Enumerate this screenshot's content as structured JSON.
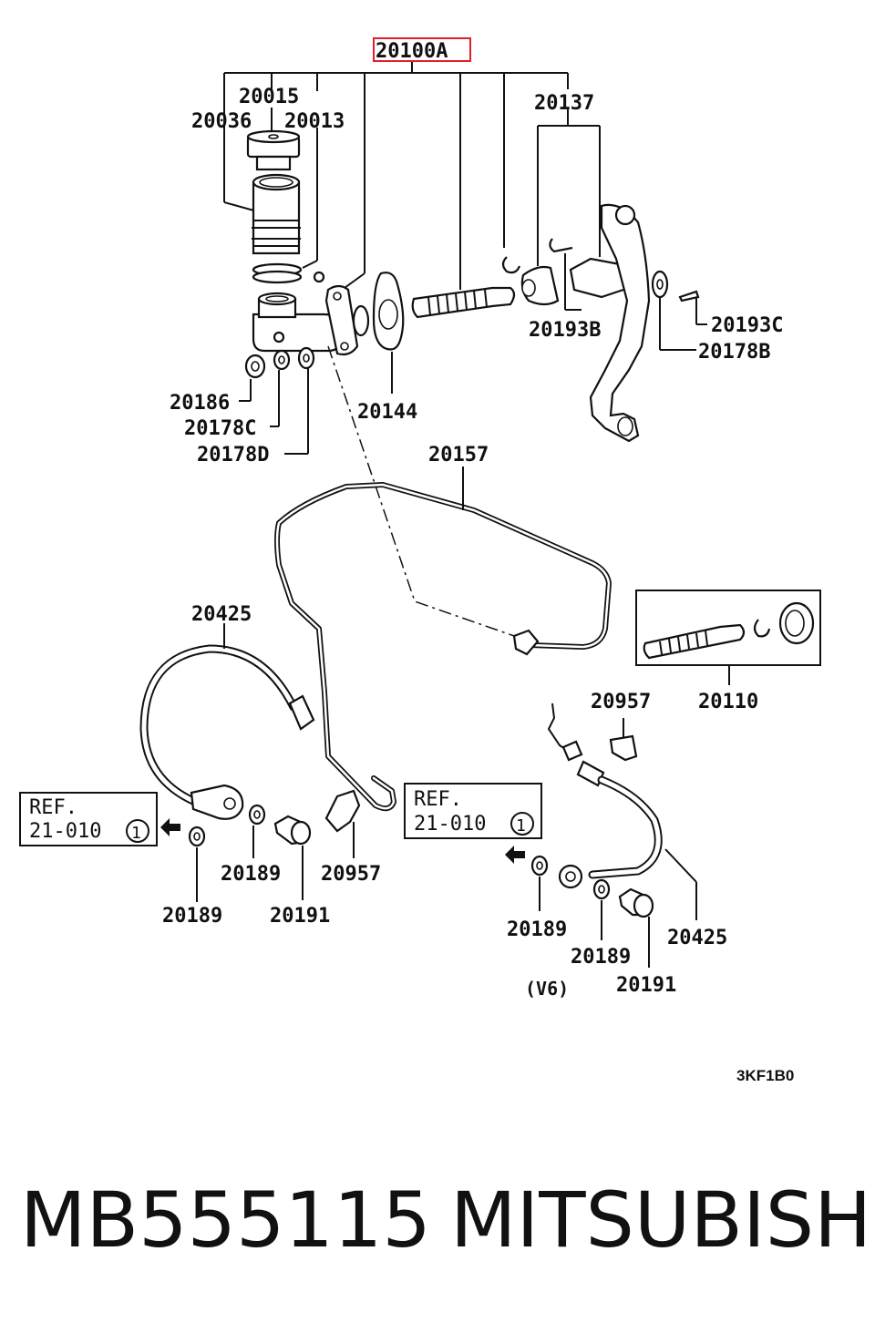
{
  "diagram": {
    "highlighted_part": "20100A",
    "part_labels": {
      "p20015": "20015",
      "p20036": "20036",
      "p20013": "20013",
      "p20137": "20137",
      "p20193B": "20193B",
      "p20193C": "20193C",
      "p20178B": "20178B",
      "p20186": "20186",
      "p20178C": "20178C",
      "p20178D": "20178D",
      "p20144": "20144",
      "p20157": "20157",
      "p20425_left": "20425",
      "p20957_right": "20957",
      "p20110": "20110",
      "p20189_a": "20189",
      "p20189_b": "20189",
      "p20191_left": "20191",
      "p20957_left": "20957",
      "p20189_c": "20189",
      "p20189_d": "20189",
      "p20191_right": "20191",
      "p20425_right": "20425"
    },
    "ref_left": {
      "line1": "REF.",
      "line2": "21-010",
      "circle": "1"
    },
    "ref_right": {
      "line1": "REF.",
      "line2": "21-010",
      "circle": "1"
    },
    "variant_note": "(V6)",
    "figure_code": "3KF1B0",
    "highlight_color": "#e0202a"
  },
  "footer": {
    "part_number": "MB555115",
    "brand": "MITSUBISHI"
  }
}
